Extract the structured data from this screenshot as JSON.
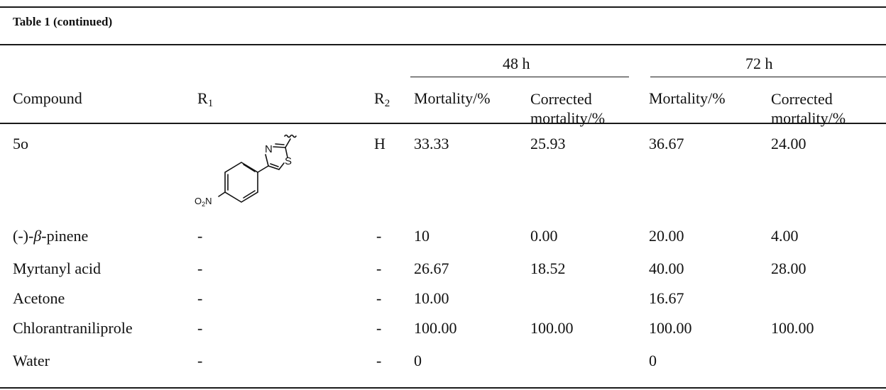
{
  "table": {
    "caption": "Table 1  (continued)",
    "headers": {
      "compound": "Compound",
      "r1_main": "R",
      "r1_sub": "1",
      "r2_main": "R",
      "r2_sub": "2",
      "group_48": "48 h",
      "group_72": "72 h",
      "mortality": "Mortality/%",
      "corrected_line1": "Corrected",
      "corrected_line2": "mortality/%"
    },
    "structure_labels": {
      "n": "N",
      "s": "S",
      "o2n_o": "O",
      "o2n_sub": "2",
      "o2n_n": "N"
    },
    "row_5o": {
      "compound": "5o",
      "r2": "H",
      "m48": "33.33",
      "c48": "25.93",
      "m72": "36.67",
      "c72": "24.00"
    },
    "row_pinene": {
      "compound_prefix": "(-)-",
      "compound_italic": "β",
      "compound_suffix": "-pinene",
      "r1": "-",
      "r2": "-",
      "m48": "10",
      "c48": "0.00",
      "m72": "20.00",
      "c72": "4.00"
    },
    "rows": [
      {
        "compound": "Myrtanyl acid",
        "r1": "-",
        "r2": "-",
        "m48": "26.67",
        "c48": "18.52",
        "m72": "40.00",
        "c72": "28.00"
      },
      {
        "compound": "Acetone",
        "r1": "-",
        "r2": "-",
        "m48": "10.00",
        "c48": "",
        "m72": "16.67",
        "c72": ""
      },
      {
        "compound": "Chlorantraniliprole",
        "r1": "-",
        "r2": "-",
        "m48": "100.00",
        "c48": "100.00",
        "m72": "100.00",
        "c72": "100.00"
      },
      {
        "compound": "Water",
        "r1": "-",
        "r2": "-",
        "m48": "0",
        "c48": "",
        "m72": "0",
        "c72": ""
      }
    ]
  }
}
